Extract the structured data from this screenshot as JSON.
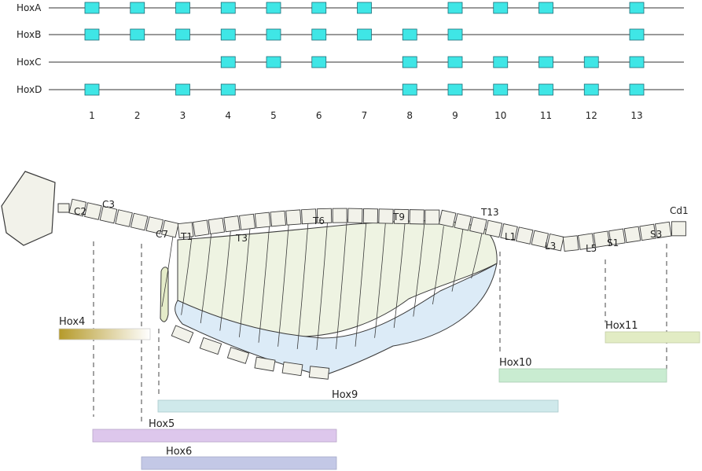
{
  "hox_cluster": {
    "clusters": [
      {
        "name": "HoxA",
        "genes": [
          1,
          2,
          3,
          4,
          5,
          6,
          7,
          9,
          10,
          11,
          13
        ]
      },
      {
        "name": "HoxB",
        "genes": [
          1,
          2,
          3,
          4,
          5,
          6,
          7,
          8,
          9,
          13
        ]
      },
      {
        "name": "HoxC",
        "genes": [
          4,
          5,
          6,
          8,
          9,
          10,
          11,
          12,
          13
        ]
      },
      {
        "name": "HoxD",
        "genes": [
          1,
          3,
          4,
          8,
          9,
          10,
          11,
          12,
          13
        ]
      }
    ],
    "paralog_groups": [
      "1",
      "2",
      "3",
      "4",
      "5",
      "6",
      "7",
      "8",
      "9",
      "10",
      "11",
      "12",
      "13"
    ]
  },
  "vertebra_labels": [
    "C2",
    "C3",
    "C7",
    "T1",
    "T3",
    "T6",
    "T9",
    "T13",
    "L1",
    "L3",
    "L5",
    "S1",
    "S3",
    "Cd1"
  ],
  "expression_domains": [
    {
      "name": "Hox4"
    },
    {
      "name": "Hox5"
    },
    {
      "name": "Hox6"
    },
    {
      "name": "Hox9"
    },
    {
      "name": "Hox10"
    },
    {
      "name": "Hox11"
    }
  ],
  "colors": {
    "gene_box": "#3fe6e6",
    "gene_box_stroke": "#1f6e78",
    "bone_fill": "#f2f2ea",
    "rib_fill": "#eef3e2",
    "cartilage_fill": "#dcebf7",
    "outline": "#3a3a3a",
    "hox4": "#b59a2a",
    "hox5": "#ddc7ec",
    "hox6": "#c3c8e6",
    "hox9": "#cfe9eb",
    "hox10": "#c9ecd1",
    "hox11": "#e2ecc4"
  }
}
